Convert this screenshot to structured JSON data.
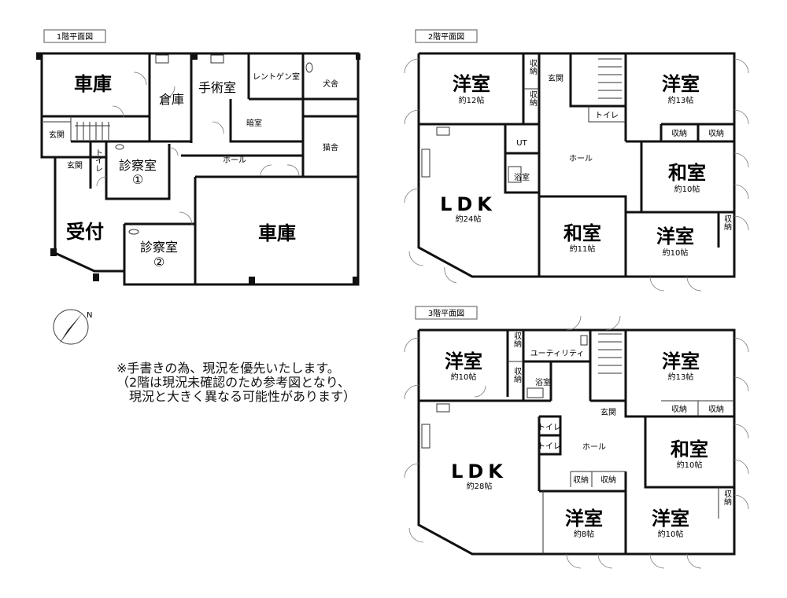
{
  "plans": {
    "floor1": {
      "tag": "1階平面図",
      "rooms": {
        "garage_a": "車庫",
        "storage": "倉庫",
        "surgery": "手術室",
        "xray": "レントゲン室",
        "dog": "犬舎",
        "entrance_a": "玄関",
        "darkroom": "暗室",
        "cat": "猫舎",
        "entrance_b": "玄関",
        "toilet": "トイレ",
        "exam1": "診察室",
        "exam1_num": "①",
        "hall": "ホール",
        "reception": "受付",
        "exam2": "診察室",
        "exam2_num": "②",
        "garage_b": "車庫"
      }
    },
    "floor2": {
      "tag": "2階平面図",
      "rooms": {
        "w1": "洋室",
        "w1_size": "約12帖",
        "stor1": "収納",
        "stor2": "収納",
        "entrance": "玄関",
        "w2": "洋室",
        "w2_size": "約13帖",
        "toilet": "トイレ",
        "stor3": "収納",
        "stor4": "収納",
        "ut": "UT",
        "hall": "ホール",
        "j1": "和室",
        "j1_size": "約10帖",
        "bath": "浴室",
        "ldk": "LDK",
        "ldk_size": "約24帖",
        "j2": "和室",
        "j2_size": "約11帖",
        "w3": "洋室",
        "w3_size": "約10帖",
        "stor5": "収納"
      }
    },
    "floor3": {
      "tag": "3階平面図",
      "rooms": {
        "w1": "洋室",
        "w1_size": "約10帖",
        "stor1": "収納",
        "stor2": "収納",
        "utility": "ユーティリティ",
        "bath": "浴室",
        "w2": "洋室",
        "w2_size": "約13帖",
        "stor3": "収納",
        "stor4": "収納",
        "entrance": "玄関",
        "toilet1": "トイレ",
        "toilet2": "トイレ",
        "hall": "ホール",
        "j1": "和室",
        "j1_size": "約10帖",
        "ldk": "LDK",
        "ldk_size": "約28帖",
        "stor5": "収納",
        "stor6": "収納",
        "w3": "洋室",
        "w3_size": "約8帖",
        "w4": "洋室",
        "w4_size": "約10帖",
        "stor7": "収納"
      }
    }
  },
  "compass": {
    "label": "N"
  },
  "note": "※手書きの為、現況を優先いたします。\n（2階は現況未確認のため参考図となり、\n　現況と大きく異なる可能性があります）"
}
